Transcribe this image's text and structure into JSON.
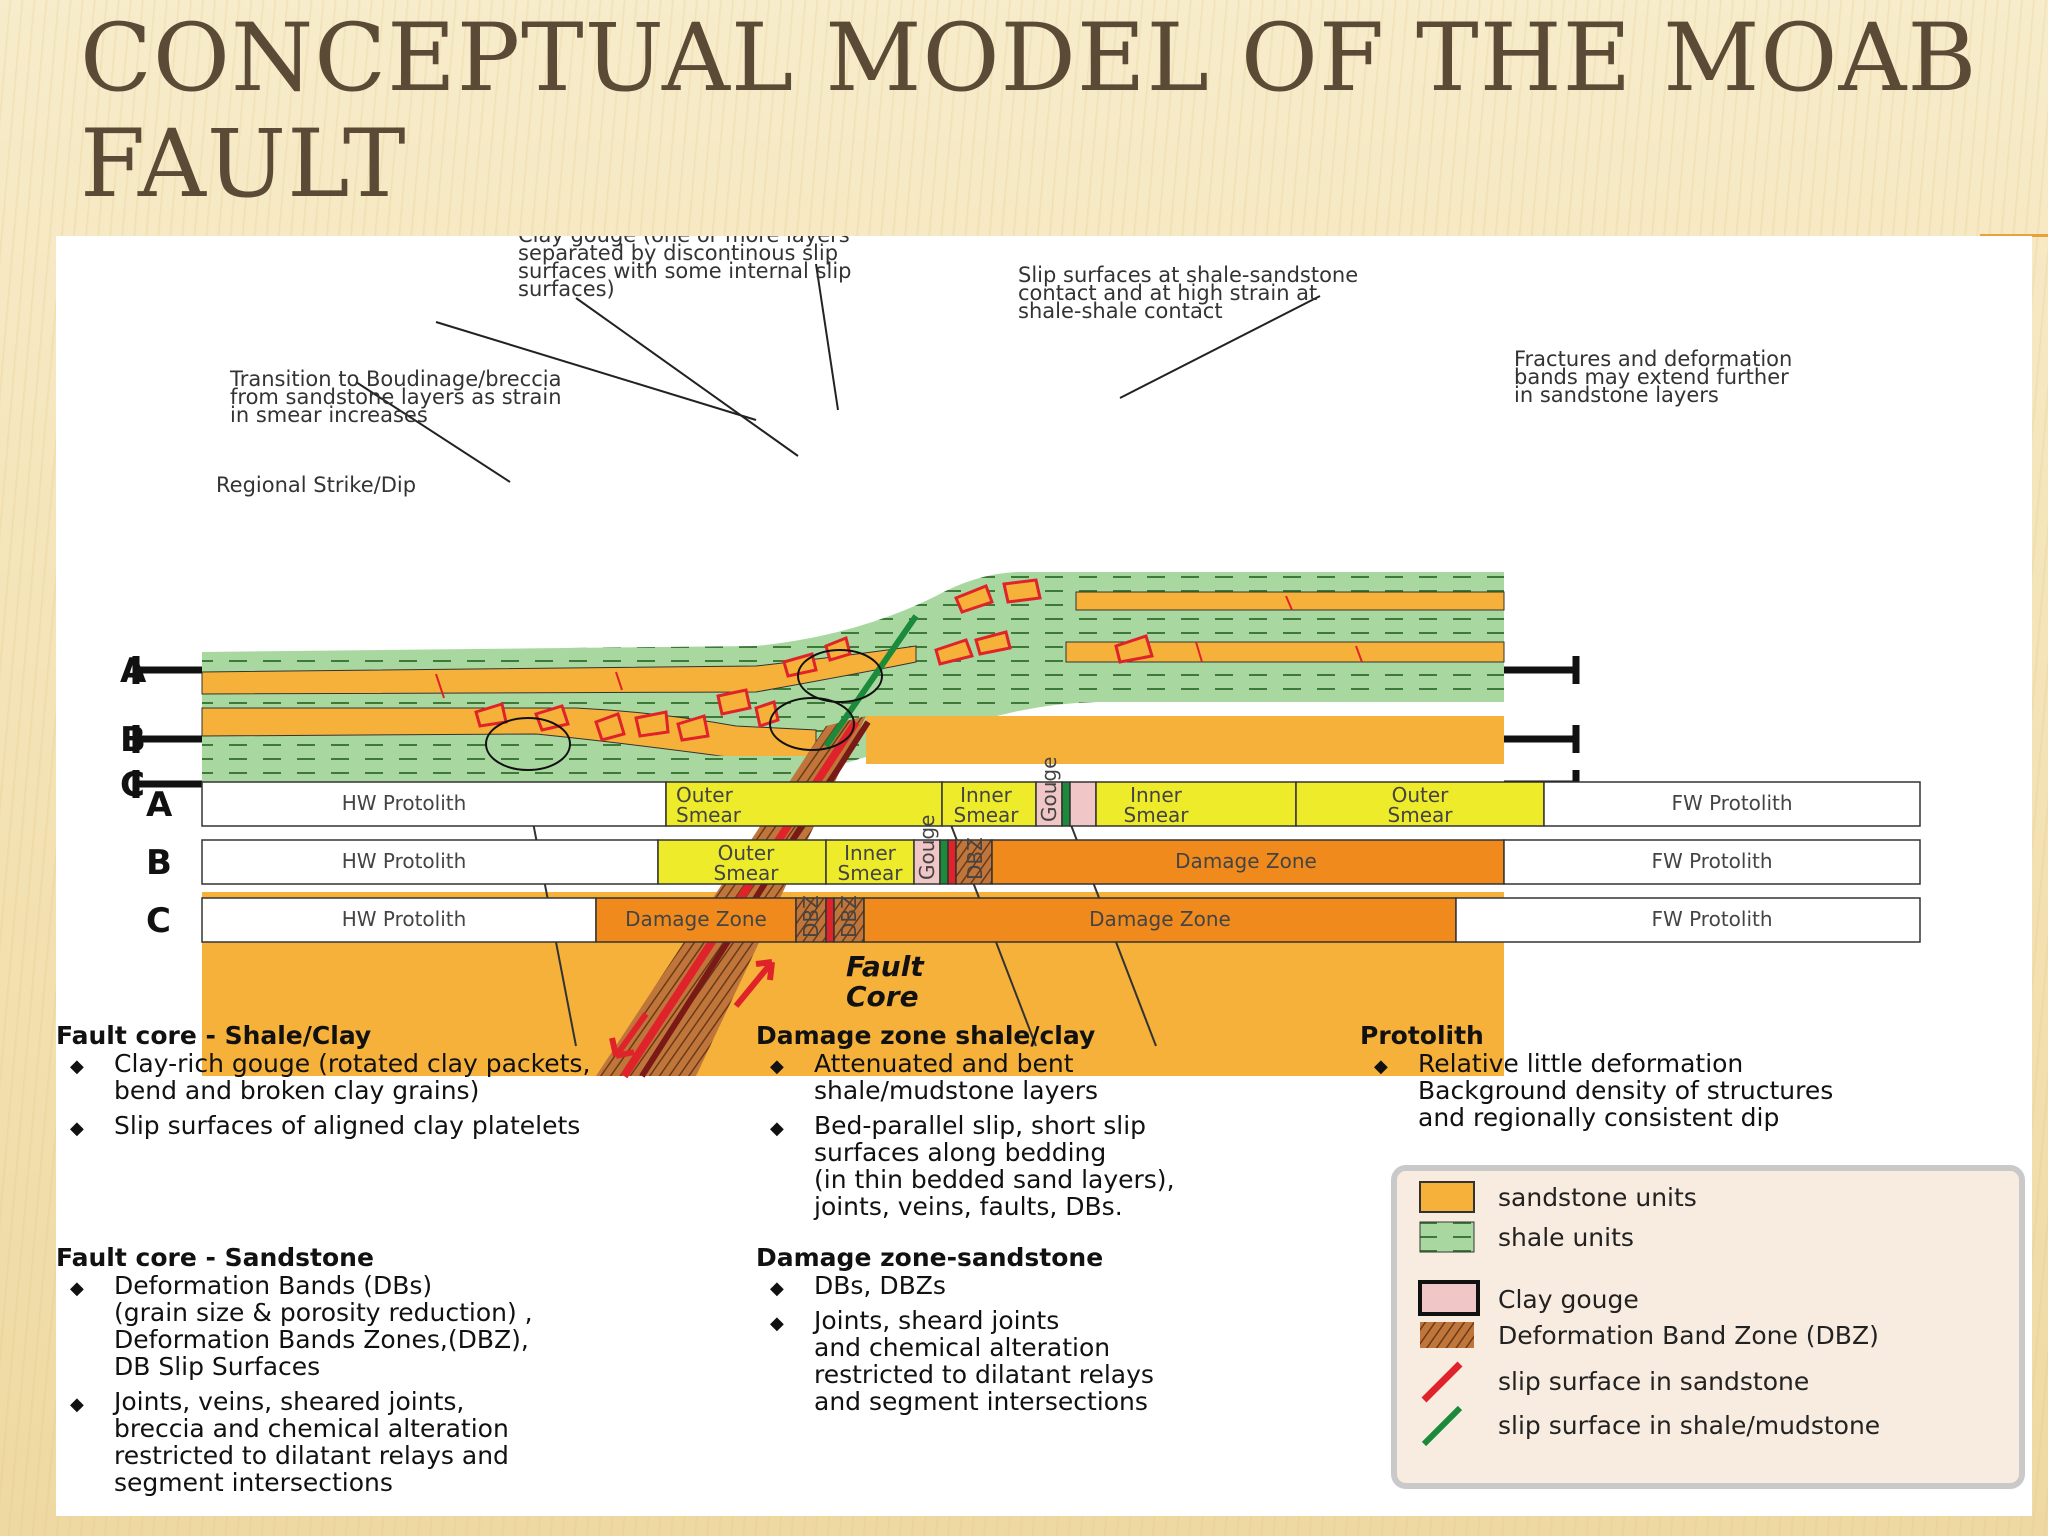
{
  "title": {
    "line1": "CONCEPTUAL MODEL OF THE MOAB",
    "line2": "FAULT"
  },
  "colors": {
    "sandstone": "#f5b13a",
    "shale": "#a8d8a0",
    "yellow": "#eeeb2a",
    "damage": "#f08a1c",
    "slip_sandstone": "#e0232a",
    "slip_shale": "#1b8a3a",
    "gouge": "#f1c6c6"
  },
  "annotations": {
    "clay_gouge": [
      "Clay gouge (one or more layers",
      "separated by discontinous slip",
      "surfaces with some internal slip",
      "surfaces)"
    ],
    "slip_surfaces": [
      "Slip surfaces at shale-sandstone",
      "contact and at high strain at",
      "shale-shale contact"
    ],
    "transition": [
      "Transition to Boudinage/breccia",
      "from sandstone layers as strain",
      "in smear increases"
    ],
    "fractures": [
      "Fractures and deformation",
      "bands may extend further",
      "in sandstone layers"
    ],
    "regional": "Regional Strike/Dip"
  },
  "row_labels": [
    "A",
    "B",
    "C"
  ],
  "bars": {
    "A": {
      "hw": "HW Protolith",
      "outer1": [
        "Outer",
        "Smear"
      ],
      "inner1": [
        "Inner",
        "Smear"
      ],
      "gouge": "Gouge",
      "inner2": [
        "Inner",
        "Smear"
      ],
      "outer2": [
        "Outer",
        "Smear"
      ],
      "fw": "FW Protolith"
    },
    "B": {
      "hw": "HW Protolith",
      "outer": [
        "Outer",
        "Smear"
      ],
      "inner": [
        "Inner",
        "Smear"
      ],
      "gouge": "Gouge",
      "dbz": "DBZ",
      "damage": "Damage Zone",
      "fw": "FW Protolith"
    },
    "C": {
      "hw": "HW Protolith",
      "damage1": "Damage Zone",
      "dbz1": "DBZ",
      "dbz2": "DBZ",
      "damage2": "Damage Zone",
      "fw": "FW Protolith"
    }
  },
  "fault_core_label": [
    "Fault",
    "Core"
  ],
  "sections": {
    "fc_shale": {
      "heading": "Fault core - Shale/Clay",
      "bullets": [
        [
          "Clay-rich gouge (rotated clay packets,",
          "bend and broken clay grains)"
        ],
        [
          "Slip surfaces of aligned clay platelets"
        ]
      ]
    },
    "dz_shale": {
      "heading": "Damage zone shale/clay",
      "bullets": [
        [
          "Attenuated and bent",
          "shale/mudstone layers"
        ],
        [
          "Bed-parallel slip, short slip",
          "surfaces along bedding",
          "(in thin bedded  sand layers),",
          "joints, veins, faults, DBs."
        ]
      ]
    },
    "protolith": {
      "heading": "Protolith",
      "bullets": [
        [
          "Relative little deformation",
          "Background density of structures",
          "and regionally consistent dip"
        ]
      ]
    },
    "fc_sand": {
      "heading": "Fault core - Sandstone",
      "bullets": [
        [
          "Deformation Bands (DBs)",
          "(grain size & porosity reduction) ,",
          "Deformation Bands Zones,(DBZ),",
          "DB Slip Surfaces"
        ],
        [
          "Joints, veins, sheared joints,",
          "breccia and chemical alteration",
          "restricted to dilatant relays and",
          "segment intersections"
        ]
      ]
    },
    "dz_sand": {
      "heading": "Damage zone-sandstone",
      "bullets": [
        [
          "DBs, DBZs"
        ],
        [
          "Joints, sheard joints",
          "and chemical alteration",
          "restricted to dilatant relays",
          "and segment intersections"
        ]
      ]
    }
  },
  "legend": [
    "sandstone units",
    "shale units",
    "Clay gouge",
    "Deformation Band Zone (DBZ)",
    "slip surface in sandstone",
    "slip surface in shale/mudstone"
  ]
}
